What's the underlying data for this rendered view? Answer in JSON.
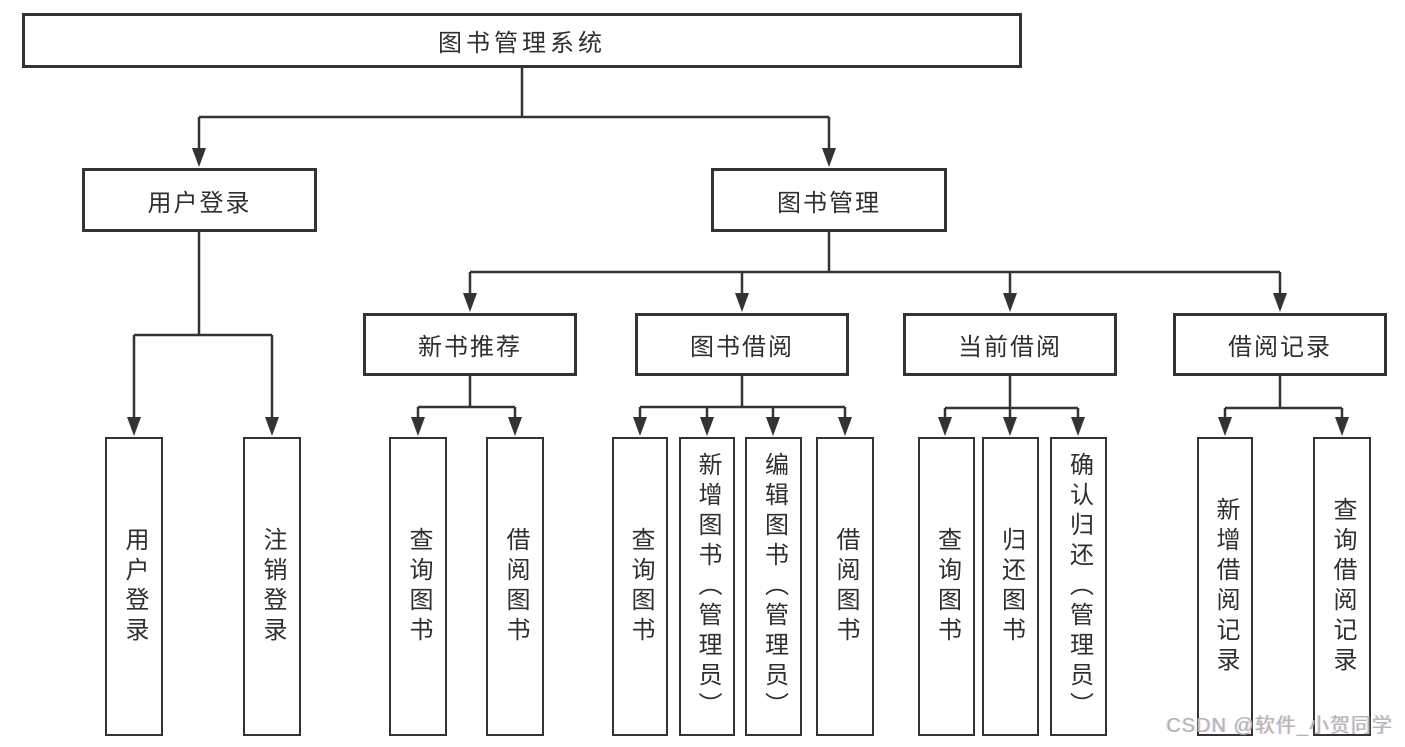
{
  "tree": {
    "root": {
      "label": "图书管理系统",
      "children": [
        {
          "label": "用户登录",
          "children": [
            {
              "label": "用户登录"
            },
            {
              "label": "注销登录"
            }
          ]
        },
        {
          "label": "图书管理",
          "children": [
            {
              "label": "新书推荐",
              "children": [
                {
                  "label": "查询图书"
                },
                {
                  "label": "借阅图书"
                }
              ]
            },
            {
              "label": "图书借阅",
              "children": [
                {
                  "label": "查询图书"
                },
                {
                  "label": "新增图书（管理员）"
                },
                {
                  "label": "编辑图书（管理员）"
                },
                {
                  "label": "借阅图书"
                }
              ]
            },
            {
              "label": "当前借阅",
              "children": [
                {
                  "label": "查询图书"
                },
                {
                  "label": "归还图书"
                },
                {
                  "label": "确认归还（管理员）"
                }
              ]
            },
            {
              "label": "借阅记录",
              "children": [
                {
                  "label": "新增借阅记录"
                },
                {
                  "label": "查询借阅记录"
                }
              ]
            }
          ]
        }
      ]
    }
  },
  "watermark": {
    "text": "CSDN @软件_小贺同学"
  },
  "colors": {
    "line": "#333333",
    "text": "#2f2f2f",
    "watermark": "#b5b5b5"
  }
}
